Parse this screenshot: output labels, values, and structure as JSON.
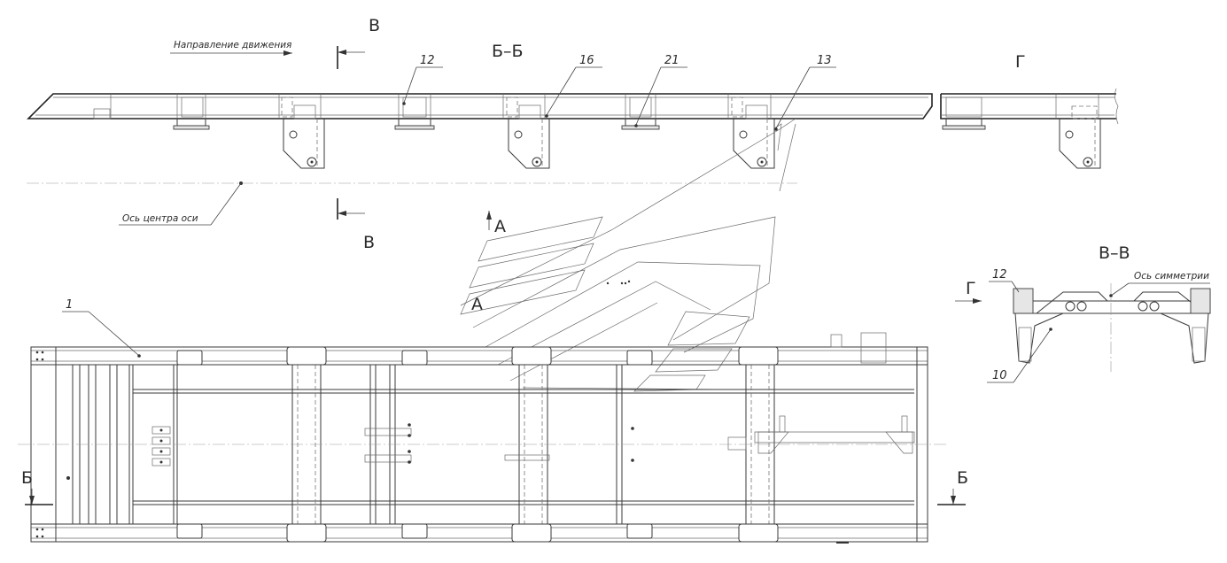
{
  "labels": {
    "direction": "Направление движения",
    "axle_center": "Ось центра оси",
    "symmetry_axis": "Ось симметрии"
  },
  "sections": {
    "bb_title": "Б–Б",
    "vv_title": "В–В",
    "g_view_title": "Г",
    "cut_v_top": "В",
    "cut_v_bottom": "В",
    "cut_b_left": "Б",
    "cut_b_right": "Б",
    "view_a_top": "А",
    "view_a_bottom": "А",
    "view_g_arrow": "Г"
  },
  "callouts": {
    "c1": "1",
    "c12": "12",
    "c16": "16",
    "c21": "21",
    "c13": "13",
    "c12b": "12",
    "c10": "10"
  }
}
